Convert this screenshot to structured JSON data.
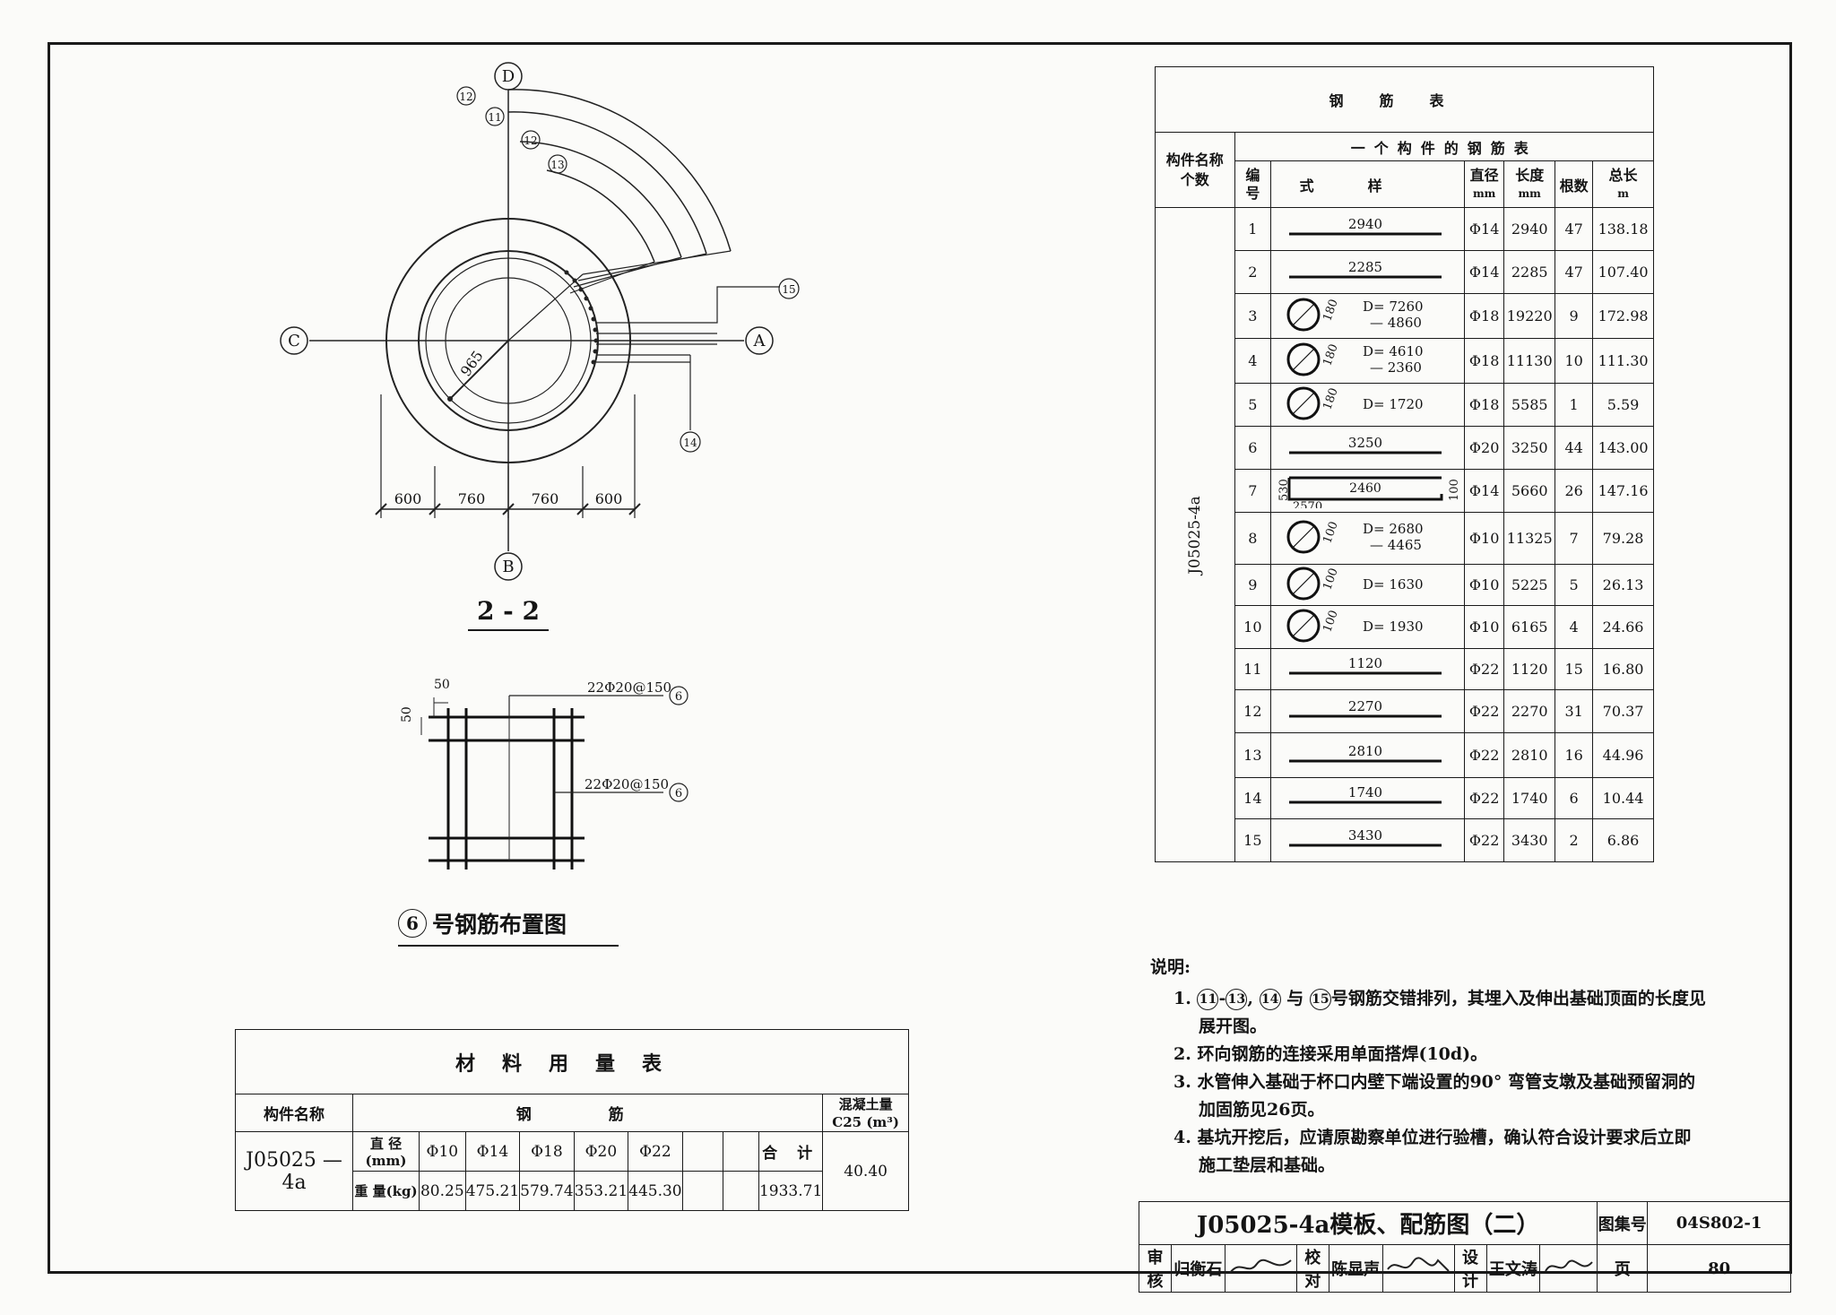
{
  "section_label": "2 - 2",
  "plan": {
    "axes": {
      "top": "D",
      "bottom": "B",
      "left": "C",
      "right": "A"
    },
    "radius_label": "965",
    "dims": [
      "600",
      "760",
      "760",
      "600"
    ],
    "callouts": [
      "12",
      "11",
      "12",
      "13",
      "15",
      "14"
    ]
  },
  "layout6": {
    "title_num": "6",
    "title_text": "号钢筋布置图",
    "dim_50_top": "50",
    "dim_50_side": "50",
    "label_top": "22Φ20@150",
    "label_mid": "22Φ20@150",
    "callout": "6"
  },
  "rebar_table": {
    "title": "钢筋表",
    "col_member": "构件名称个数",
    "group_header": "一个构件的钢筋表",
    "col_no": "编号",
    "col_shape": "式样",
    "col_dia": "直径",
    "col_dia_unit": "mm",
    "col_len": "长度",
    "col_len_unit": "mm",
    "col_count": "根数",
    "col_total": "总长",
    "col_total_unit": "m",
    "member": "J05025-4a",
    "rows": [
      {
        "no": "1",
        "shape": "line",
        "label": "2940",
        "dia": "Φ14",
        "len": "2940",
        "count": "47",
        "total": "138.18"
      },
      {
        "no": "2",
        "shape": "line",
        "label": "2285",
        "dia": "Φ14",
        "len": "2285",
        "count": "47",
        "total": "107.40"
      },
      {
        "no": "3",
        "shape": "ring",
        "hook": "180",
        "d1": "D= 7260",
        "d2": "— 4860",
        "dia": "Φ18",
        "len": "19220",
        "count": "9",
        "total": "172.98"
      },
      {
        "no": "4",
        "shape": "ring",
        "hook": "180",
        "d1": "D= 4610",
        "d2": "— 2360",
        "dia": "Φ18",
        "len": "11130",
        "count": "10",
        "total": "111.30"
      },
      {
        "no": "5",
        "shape": "ring",
        "hook": "180",
        "d1": "D= 1720",
        "d2": "",
        "dia": "Φ18",
        "len": "5585",
        "count": "1",
        "total": "5.59"
      },
      {
        "no": "6",
        "shape": "line",
        "label": "3250",
        "dia": "Φ20",
        "len": "3250",
        "count": "44",
        "total": "143.00"
      },
      {
        "no": "7",
        "shape": "bent",
        "label": "2460",
        "left": "530",
        "bottom": "2570",
        "right": "100",
        "dia": "Φ14",
        "len": "5660",
        "count": "26",
        "total": "147.16"
      },
      {
        "no": "8",
        "shape": "ring",
        "hook": "100",
        "d1": "D= 2680",
        "d2": "— 4465",
        "dia": "Φ10",
        "len": "11325",
        "count": "7",
        "total": "79.28"
      },
      {
        "no": "9",
        "shape": "ring",
        "hook": "100",
        "d1": "D= 1630",
        "d2": "",
        "dia": "Φ10",
        "len": "5225",
        "count": "5",
        "total": "26.13"
      },
      {
        "no": "10",
        "shape": "ring",
        "hook": "100",
        "d1": "D= 1930",
        "d2": "",
        "dia": "Φ10",
        "len": "6165",
        "count": "4",
        "total": "24.66"
      },
      {
        "no": "11",
        "shape": "line",
        "label": "1120",
        "dia": "Φ22",
        "len": "1120",
        "count": "15",
        "total": "16.80"
      },
      {
        "no": "12",
        "shape": "line",
        "label": "2270",
        "dia": "Φ22",
        "len": "2270",
        "count": "31",
        "total": "70.37"
      },
      {
        "no": "13",
        "shape": "line",
        "label": "2810",
        "dia": "Φ22",
        "len": "2810",
        "count": "16",
        "total": "44.96"
      },
      {
        "no": "14",
        "shape": "line",
        "label": "1740",
        "dia": "Φ22",
        "len": "1740",
        "count": "6",
        "total": "10.44"
      },
      {
        "no": "15",
        "shape": "line",
        "label": "3430",
        "dia": "Φ22",
        "len": "3430",
        "count": "2",
        "total": "6.86"
      }
    ]
  },
  "material_table": {
    "title": "材料用量表",
    "col_member": "构件名称",
    "col_steel": "钢 筋",
    "col_concrete": "混凝土量",
    "col_concrete_unit": "C25 (m³)",
    "member": "J05025 — 4a",
    "row1_label": "直 径(mm)",
    "row2_label": "重 量(kg)",
    "diameters": [
      "Φ10",
      "Φ14",
      "Φ18",
      "Φ20",
      "Φ22",
      "",
      "",
      ""
    ],
    "weights": [
      "80.25",
      "475.21",
      "579.74",
      "353.21",
      "445.30",
      "",
      "",
      ""
    ],
    "total_label": "合 计",
    "total_weight": "1933.71",
    "concrete": "40.40"
  },
  "notes": {
    "heading": "说明:",
    "n1_a": "11",
    "n1_b": "13",
    "n1_c": "14",
    "n1_d": "15",
    "n1_text1": "1.",
    "n1_text2": "与",
    "n1_text3": "号钢筋交错排列，其埋入及伸出基础顶面的长度见展开图。",
    "n2": "2. 环向钢筋的连接采用单面搭焊(10d)。",
    "n3": "3. 水管伸入基础于杯口内壁下端设置的90° 弯管支墩及基础预留洞的加固筋见26页。",
    "n4": "4. 基坑开挖后，应请原勘察单位进行验槽，确认符合设计要求后立即施工垫层和基础。"
  },
  "titleblock": {
    "drawing_title": "J05025-4a模板、配筋图（二）",
    "atlas_label": "图集号",
    "atlas_no": "04S802-1",
    "review_label": "审核",
    "review_name": "归衡石",
    "check_label": "校对",
    "check_name": "陈显声",
    "design_label": "设计",
    "design_name": "王文涛",
    "page_label": "页",
    "page_no": "80"
  }
}
